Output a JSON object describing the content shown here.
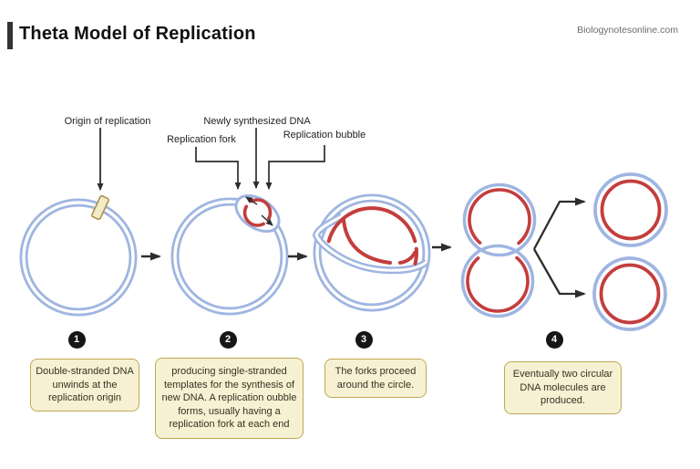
{
  "header": {
    "title": "Theta Model of Replication",
    "watermark": "Biologynotesonline.com"
  },
  "labels": {
    "origin": "Origin of replication",
    "newly_synthesized": "Newly synthesized DNA",
    "replication_fork": "Replication fork",
    "replication_bubble": "Replication bubble"
  },
  "steps": [
    {
      "number": "1",
      "description": "Double-stranded DNA unwinds at the replication origin"
    },
    {
      "number": "2",
      "description": "producing single-stranded templates for the synthesis of new DNA. A replication oubble forms, usually having a replication fork at each end"
    },
    {
      "number": "3",
      "description": "The forks proceed around the circle."
    },
    {
      "number": "4",
      "description": "Eventually two circular DNA molecules are produced."
    }
  ],
  "colors": {
    "dna_blue": "#9fb5e1",
    "dna_red": "#c43d3d",
    "marker_fill": "#f3eac6",
    "marker_border": "#a9914c",
    "box_fill": "#f7f1d4",
    "box_border": "#c0a855",
    "badge_black": "#161616",
    "arrow_black": "#2d2d2d",
    "title_color": "#111111",
    "watermark_color": "#6c6c6c",
    "label_color": "#222222",
    "box_text": "#34321f"
  }
}
